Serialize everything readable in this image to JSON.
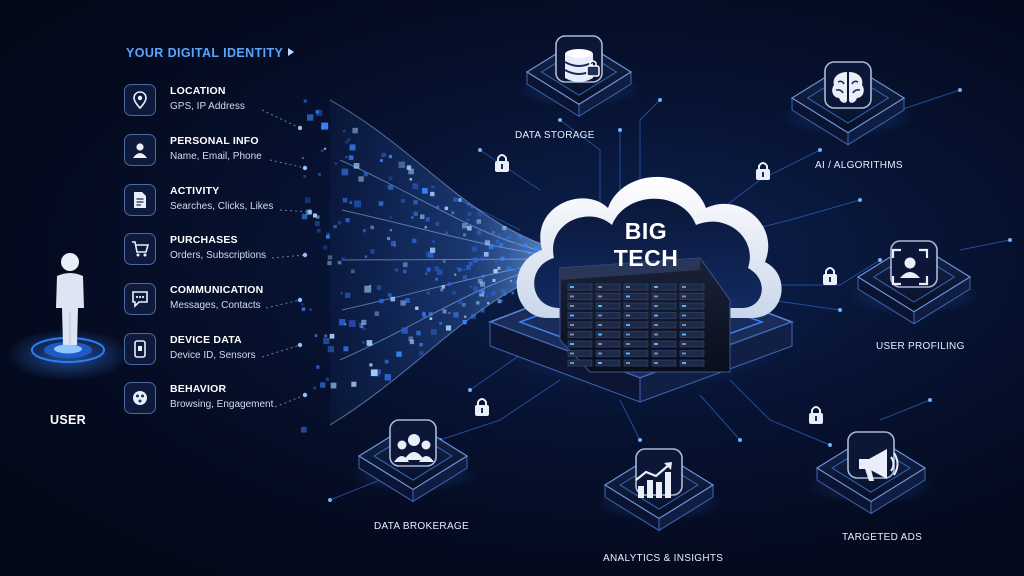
{
  "identity": {
    "heading": "YOUR DIGITAL IDENTITY",
    "categories": [
      {
        "icon": "location-pin-icon",
        "title": "LOCATION",
        "subtitle": "GPS, IP Address"
      },
      {
        "icon": "person-icon",
        "title": "PERSONAL INFO",
        "subtitle": "Name, Email, Phone"
      },
      {
        "icon": "document-icon",
        "title": "ACTIVITY",
        "subtitle": "Searches, Clicks, Likes"
      },
      {
        "icon": "shopping-cart-icon",
        "title": "PURCHASES",
        "subtitle": "Orders, Subscriptions"
      },
      {
        "icon": "chat-bubble-icon",
        "title": "COMMUNICATION",
        "subtitle": "Messages, Contacts"
      },
      {
        "icon": "device-icon",
        "title": "DEVICE DATA",
        "subtitle": "Device ID, Sensors"
      },
      {
        "icon": "behavior-icon",
        "title": "BEHAVIOR",
        "subtitle": "Browsing, Engagement"
      }
    ]
  },
  "user": {
    "label": "USER"
  },
  "center": {
    "line1": "BIG",
    "line2": "TECH"
  },
  "destinations": [
    {
      "icon": "database-lock-icon",
      "label": "DATA STORAGE"
    },
    {
      "icon": "brain-icon",
      "label": "AI / ALGORITHMS"
    },
    {
      "icon": "user-profile-icon",
      "label": "USER PROFILING"
    },
    {
      "icon": "megaphone-icon",
      "label": "TARGETED ADS"
    },
    {
      "icon": "bar-chart-icon",
      "label": "ANALYTICS & INSIGHTS"
    },
    {
      "icon": "group-icon",
      "label": "DATA BROKERAGE"
    }
  ],
  "colors": {
    "accent": "#2f7dff",
    "glow": "#4aa3ff",
    "background": "#040a1c",
    "heading": "#5aa6ff"
  }
}
